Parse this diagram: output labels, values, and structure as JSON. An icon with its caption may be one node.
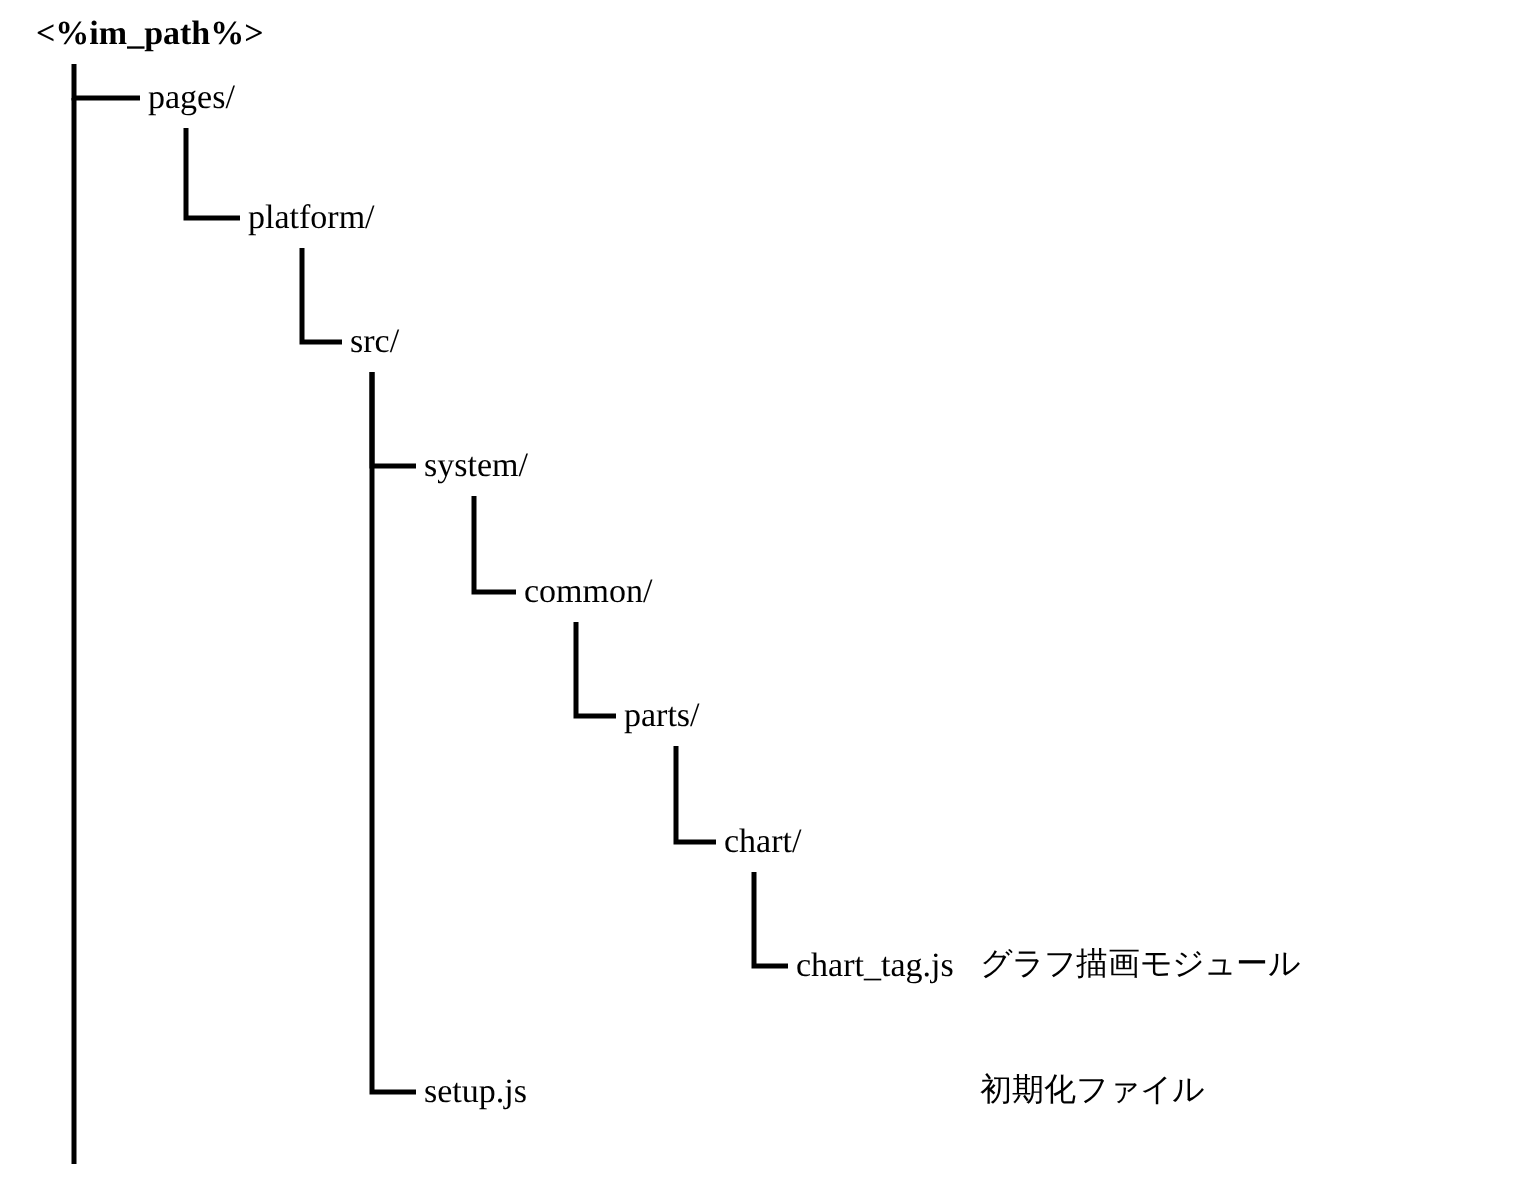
{
  "diagram": {
    "nodes": [
      {
        "text": [
          "<%im_path%>"
        ]
      },
      {
        "text": [
          "pages/"
        ]
      },
      {
        "text": [
          "platform/"
        ]
      },
      {
        "text": [
          "src/"
        ]
      },
      {
        "text": [
          "system/"
        ]
      },
      {
        "text": [
          "common/"
        ]
      },
      {
        "text": [
          "parts/"
        ]
      },
      {
        "text": [
          "chart/"
        ]
      },
      {
        "text": [
          "chart_tag.js"
        ],
        "beside": [
          "グラフ描画モジュール"
        ]
      },
      {
        "text": [
          "setup.js"
        ]
      }
    ],
    "labels": [
      "初期化ファイル"
    ],
    "edges": [
      {
        "from": 0,
        "to": 1,
        "arrow": "none"
      },
      {
        "from": 1,
        "to": 2,
        "arrow": "none"
      },
      {
        "from": 2,
        "to": 3,
        "arrow": "none"
      },
      {
        "from": 3,
        "to": 4,
        "arrow": "none"
      },
      {
        "from": 4,
        "to": 5,
        "arrow": "none"
      },
      {
        "from": 5,
        "to": 6,
        "arrow": "none"
      },
      {
        "from": 6,
        "to": 7,
        "arrow": "none"
      },
      {
        "from": 7,
        "to": 8,
        "arrow": "none"
      },
      {
        "from": 3,
        "to": 9,
        "arrow": "none"
      }
    ]
  }
}
